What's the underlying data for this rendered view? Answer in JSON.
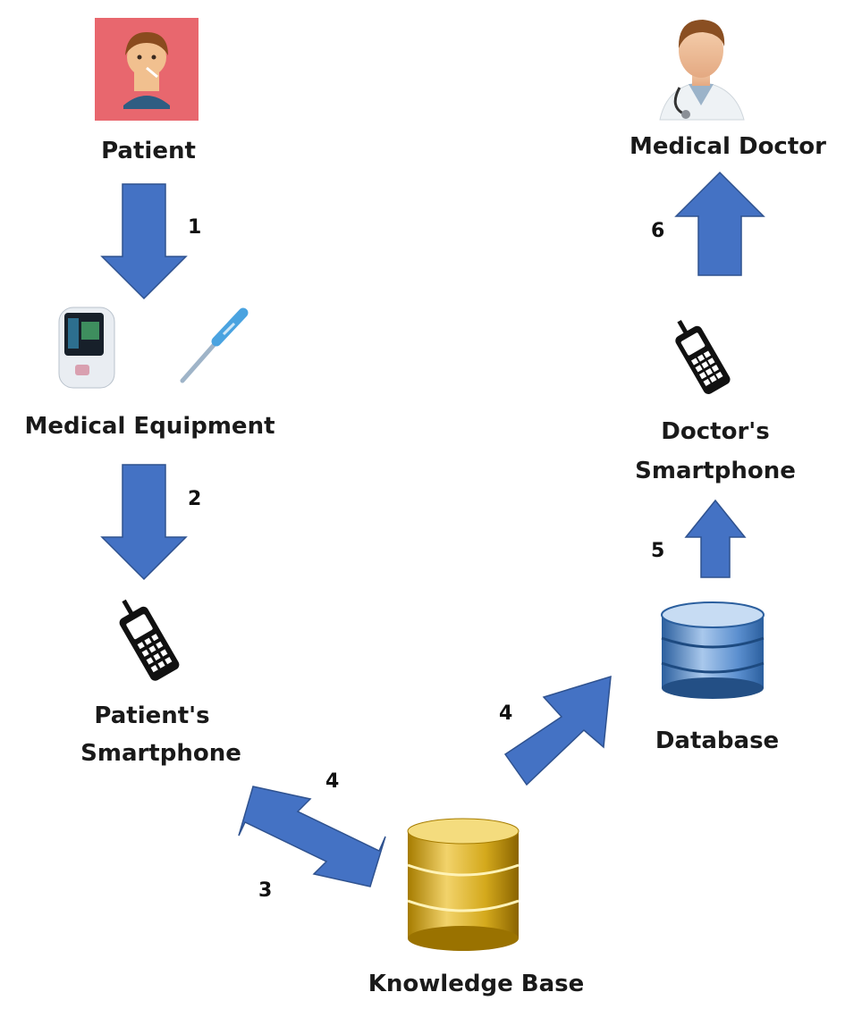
{
  "nodes": {
    "patient": "Patient",
    "medical_equipment": "Medical Equipment",
    "patient_smartphone_line1": "Patient's",
    "patient_smartphone_line2": "Smartphone",
    "knowledge_base": "Knowledge Base",
    "database": "Database",
    "doctor_smartphone_line1": "Doctor's",
    "doctor_smartphone_line2": "Smartphone",
    "medical_doctor": "Medical Doctor"
  },
  "steps": {
    "s1": "1",
    "s2": "2",
    "s3": "3",
    "s4a": "4",
    "s4b": "4",
    "s5": "5",
    "s6": "6"
  },
  "colors": {
    "arrow_fill": "#4472c4",
    "arrow_stroke": "#2f528f",
    "patient_bg": "#e8676e",
    "kb_gold": "#c9a227",
    "db_blue": "#3a6ea5"
  },
  "icons": [
    "patient-avatar-icon",
    "pulse-oximeter-icon",
    "thermometer-icon",
    "mobile-phone-icon",
    "gold-database-icon",
    "blue-database-icon",
    "doctor-avatar-icon"
  ]
}
